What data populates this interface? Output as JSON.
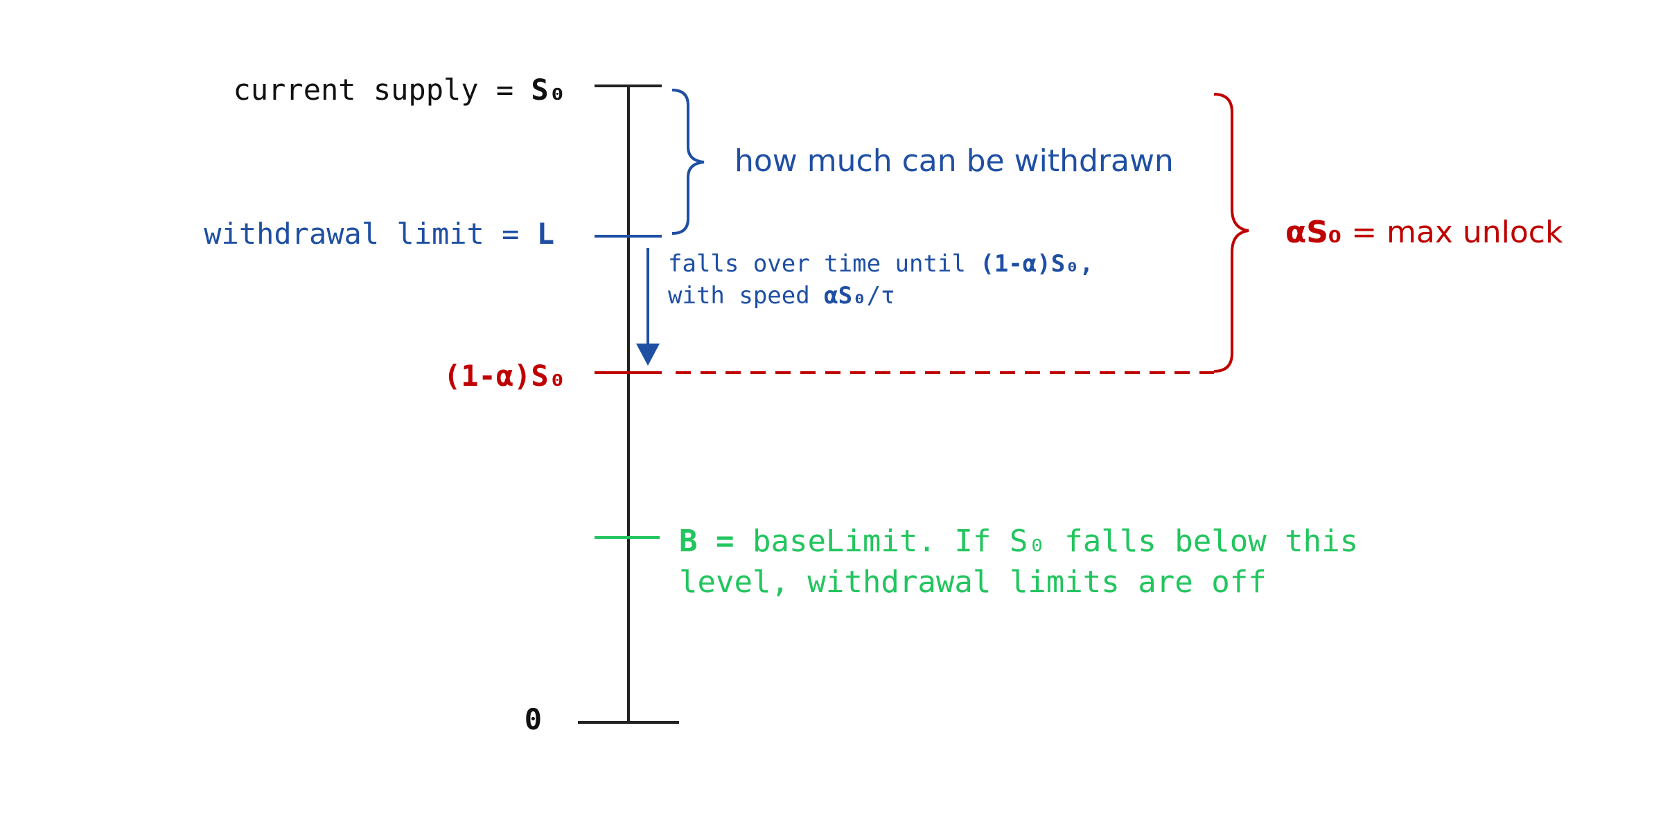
{
  "labels": {
    "current_supply_prefix": "current supply = ",
    "current_supply_symbol": "S₀",
    "withdrawal_limit_prefix": "withdrawal limit = ",
    "withdrawal_limit_symbol": "L",
    "floor_level": "(1-α)S₀",
    "zero": "0",
    "base_symbol": "B = ",
    "base_line1_rest": "baseLimit. If S₀ falls below this",
    "base_line2": "level, withdrawal limits are off"
  },
  "annotations": {
    "withdrawable": "how much can be withdrawn",
    "fall_line1_prefix": "falls over time until ",
    "fall_line1_bold": "(1-α)S₀,",
    "fall_line2_prefix": "with speed ",
    "fall_line2_bold": "αS₀",
    "fall_line2_suffix": "/τ",
    "max_unlock_symbol": "αS₀",
    "max_unlock_text": " = max unlock"
  },
  "colors": {
    "axis": "#222222",
    "blue": "#1f4fa3",
    "red": "#c00000",
    "green": "#22c55e"
  }
}
